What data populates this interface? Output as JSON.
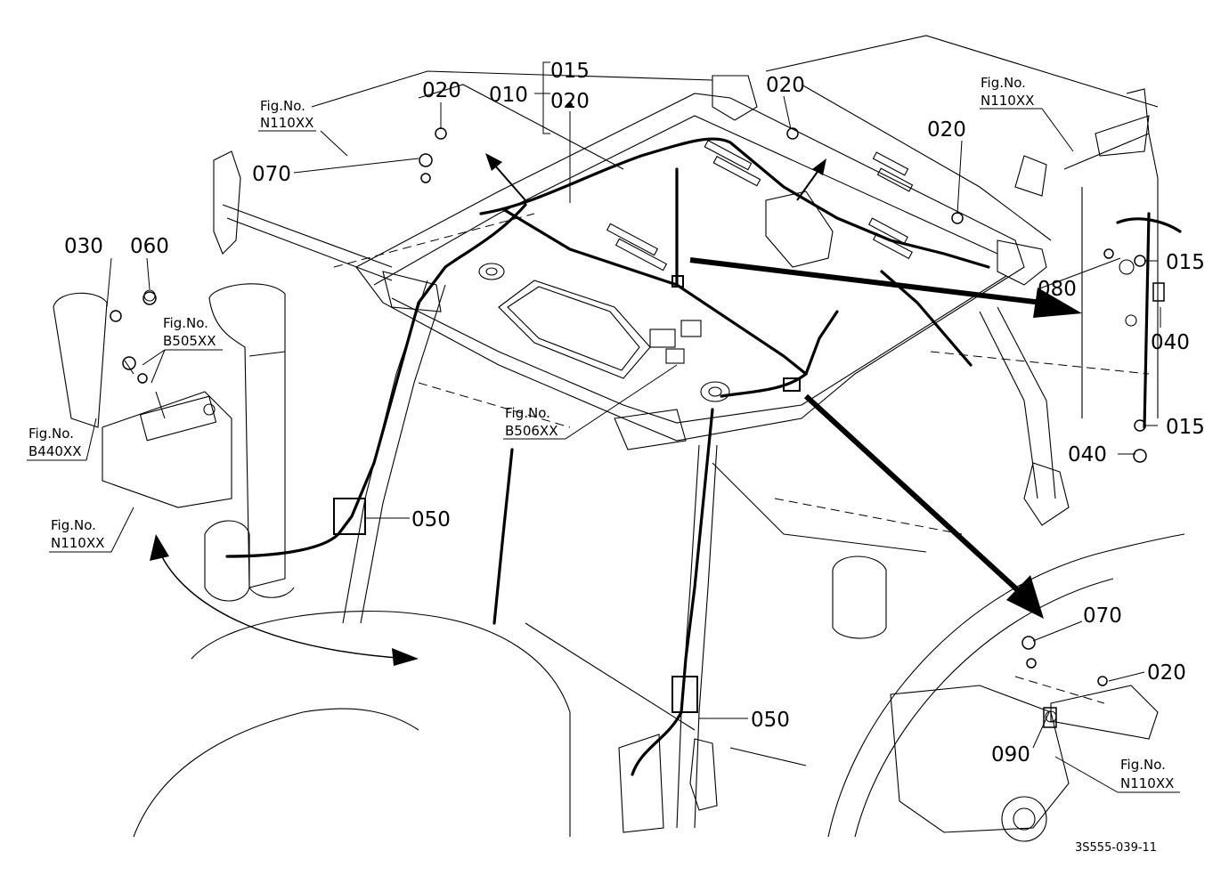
{
  "parts": {
    "p010": "010",
    "p015_top": "015",
    "p020_top": "020",
    "p020_left": "020",
    "p070_left": "070",
    "p020_center": "020",
    "p020_right": "020",
    "p030": "030",
    "p060": "060",
    "p015_right_upper": "015",
    "p080": "080",
    "p040_right": "040",
    "p015_right_lower": "015",
    "p040_lower": "040",
    "p050_left": "050",
    "p050_center": "050",
    "p070_right": "070",
    "p020_lower_right": "020",
    "p090": "090"
  },
  "figure_refs": {
    "ref_top_left": {
      "label": "Fig.No.",
      "code": "N110XX"
    },
    "ref_top_right": {
      "label": "Fig.No.",
      "code": "N110XX"
    },
    "ref_b505": {
      "label": "Fig.No.",
      "code": "B505XX"
    },
    "ref_b440": {
      "label": "Fig.No.",
      "code": "B440XX"
    },
    "ref_mid_left": {
      "label": "Fig.No.",
      "code": "N110XX"
    },
    "ref_b506": {
      "label": "Fig.No.",
      "code": "B506XX"
    },
    "ref_bottom_right": {
      "label": "Fig.No.",
      "code": "N110XX"
    }
  },
  "drawing_code": "3S555-039-11"
}
